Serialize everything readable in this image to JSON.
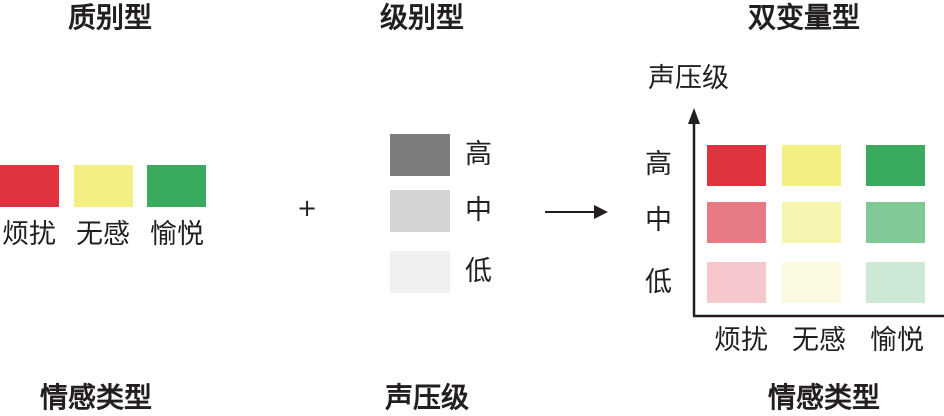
{
  "titles": {
    "nominal": "质别型",
    "ordinal": "级别型",
    "bivariate": "双变量型"
  },
  "captions": {
    "nominal": "情感类型",
    "ordinal": "声压级",
    "bivariate": "情感类型"
  },
  "operators": {
    "plus": "+"
  },
  "emotions": [
    {
      "label": "烦扰",
      "color": "#e03340"
    },
    {
      "label": "无感",
      "color": "#f1f080"
    },
    {
      "label": "愉悦",
      "color": "#3aaa5c"
    }
  ],
  "levels": [
    {
      "label": "高",
      "color": "#7d7d7d"
    },
    {
      "label": "中",
      "color": "#d4d4d4"
    },
    {
      "label": "低",
      "color": "#f0f0f0"
    }
  ],
  "matrix": {
    "y_axis_label": "声压级",
    "row_labels": [
      "高",
      "中",
      "低"
    ],
    "col_labels": [
      "烦扰",
      "无感",
      "愉悦"
    ],
    "cells": [
      [
        "#e03340",
        "#f1f080",
        "#3aaa5c"
      ],
      [
        "#e87a85",
        "#f6f5b0",
        "#82c796"
      ],
      [
        "#f6c8ce",
        "#fbfae0",
        "#cde9d5"
      ]
    ]
  }
}
